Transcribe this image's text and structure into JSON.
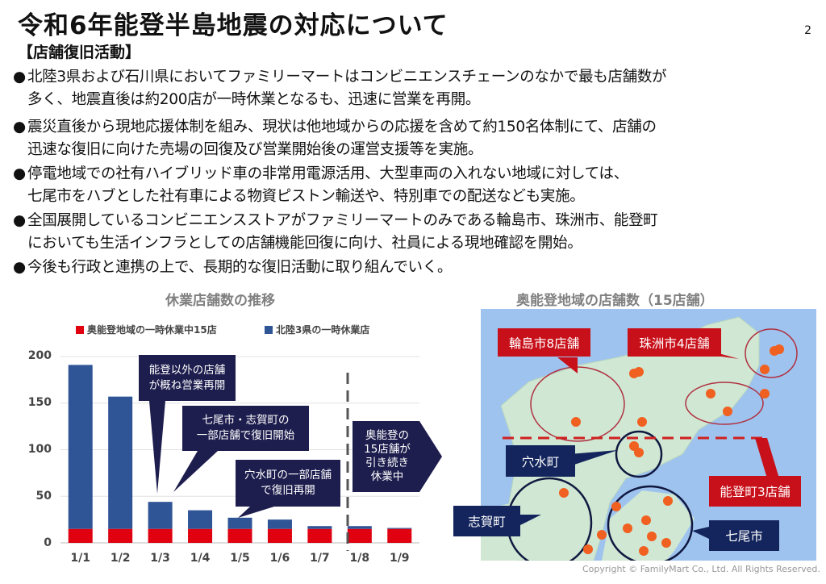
{
  "title": "令和6年能登半島地震の対応について",
  "page_number": "2",
  "section": "【店舗復旧活動】",
  "bullets": [
    {
      "line1": "北陸3県および石川県においてファミリーマートはコンビニエンスチェーンのなかで最も店舗数が",
      "line2": "多く、地震直後は約200店が一時休業となるも、迅速に営業を再開。"
    },
    {
      "line1": "震災直後から現地応援体制を組み、現状は他地域からの応援を含めて約150名体制にて、店舗の",
      "line2": "迅速な復旧に向けた売場の回復及び営業開始後の運営支援等を実施。"
    },
    {
      "line1": "停電地域での社有ハイブリッド車の非常用電源活用、大型車両の入れない地域に対しては、",
      "line2": "七尾市をハブとした社有車による物資ピストン輸送や、特別車での配送なども実施。"
    },
    {
      "line1": "全国展開しているコンビニエンスストアがファミリーマートのみである輪島市、珠洲市、能登町",
      "line2": "においても生活インフラとしての店舗機能回復に向け、社員による現地確認を開始。"
    },
    {
      "line1": "今後も行政と連携の上で、長期的な復旧活動に取り組んでいく。",
      "line2": ""
    }
  ],
  "bullet_mark": "●",
  "chart_data": {
    "type": "bar",
    "stacked": true,
    "title": "休業店舗数の推移",
    "categories": [
      "1/1",
      "1/2",
      "1/3",
      "1/4",
      "1/5",
      "1/6",
      "1/7",
      "1/8",
      "1/9"
    ],
    "series": [
      {
        "name": "奥能登地域の一時休業中15店",
        "color": "#e00010",
        "values": [
          15,
          15,
          15,
          15,
          15,
          15,
          15,
          15,
          15
        ]
      },
      {
        "name": "北陸3県の一時休業店",
        "color": "#2f5597",
        "values": [
          176,
          142,
          29,
          20,
          12,
          10,
          3,
          3,
          1
        ]
      }
    ],
    "ylim": [
      0,
      200
    ],
    "yticks": [
      "0",
      "50",
      "100",
      "150",
      "200"
    ],
    "grid": true,
    "legend": "top",
    "annotations": [
      {
        "text1": "能登以外の店舗",
        "text2": "が概ね営業再開"
      },
      {
        "text1": "七尾市・志賀町の",
        "text2": "一部店舗で復旧開始"
      },
      {
        "text1": "穴水町の一部店舗",
        "text2": "で復旧再開"
      },
      {
        "text1": "奥能登の",
        "text2": "15店舗が",
        "text3": "引き続き",
        "text4": "休業中"
      }
    ]
  },
  "map": {
    "title": "奥能登地域の店舗数（15店舗）",
    "labels": {
      "wajima": "輪島市8店舗",
      "suzu": "珠洲市4店舗",
      "anamizu": "穴水町",
      "noto": "能登町3店舗",
      "shika": "志賀町",
      "nanao": "七尾市"
    }
  },
  "copyright": "Copyright © FamilyMart  Co., Ltd. All Rights Reserved."
}
